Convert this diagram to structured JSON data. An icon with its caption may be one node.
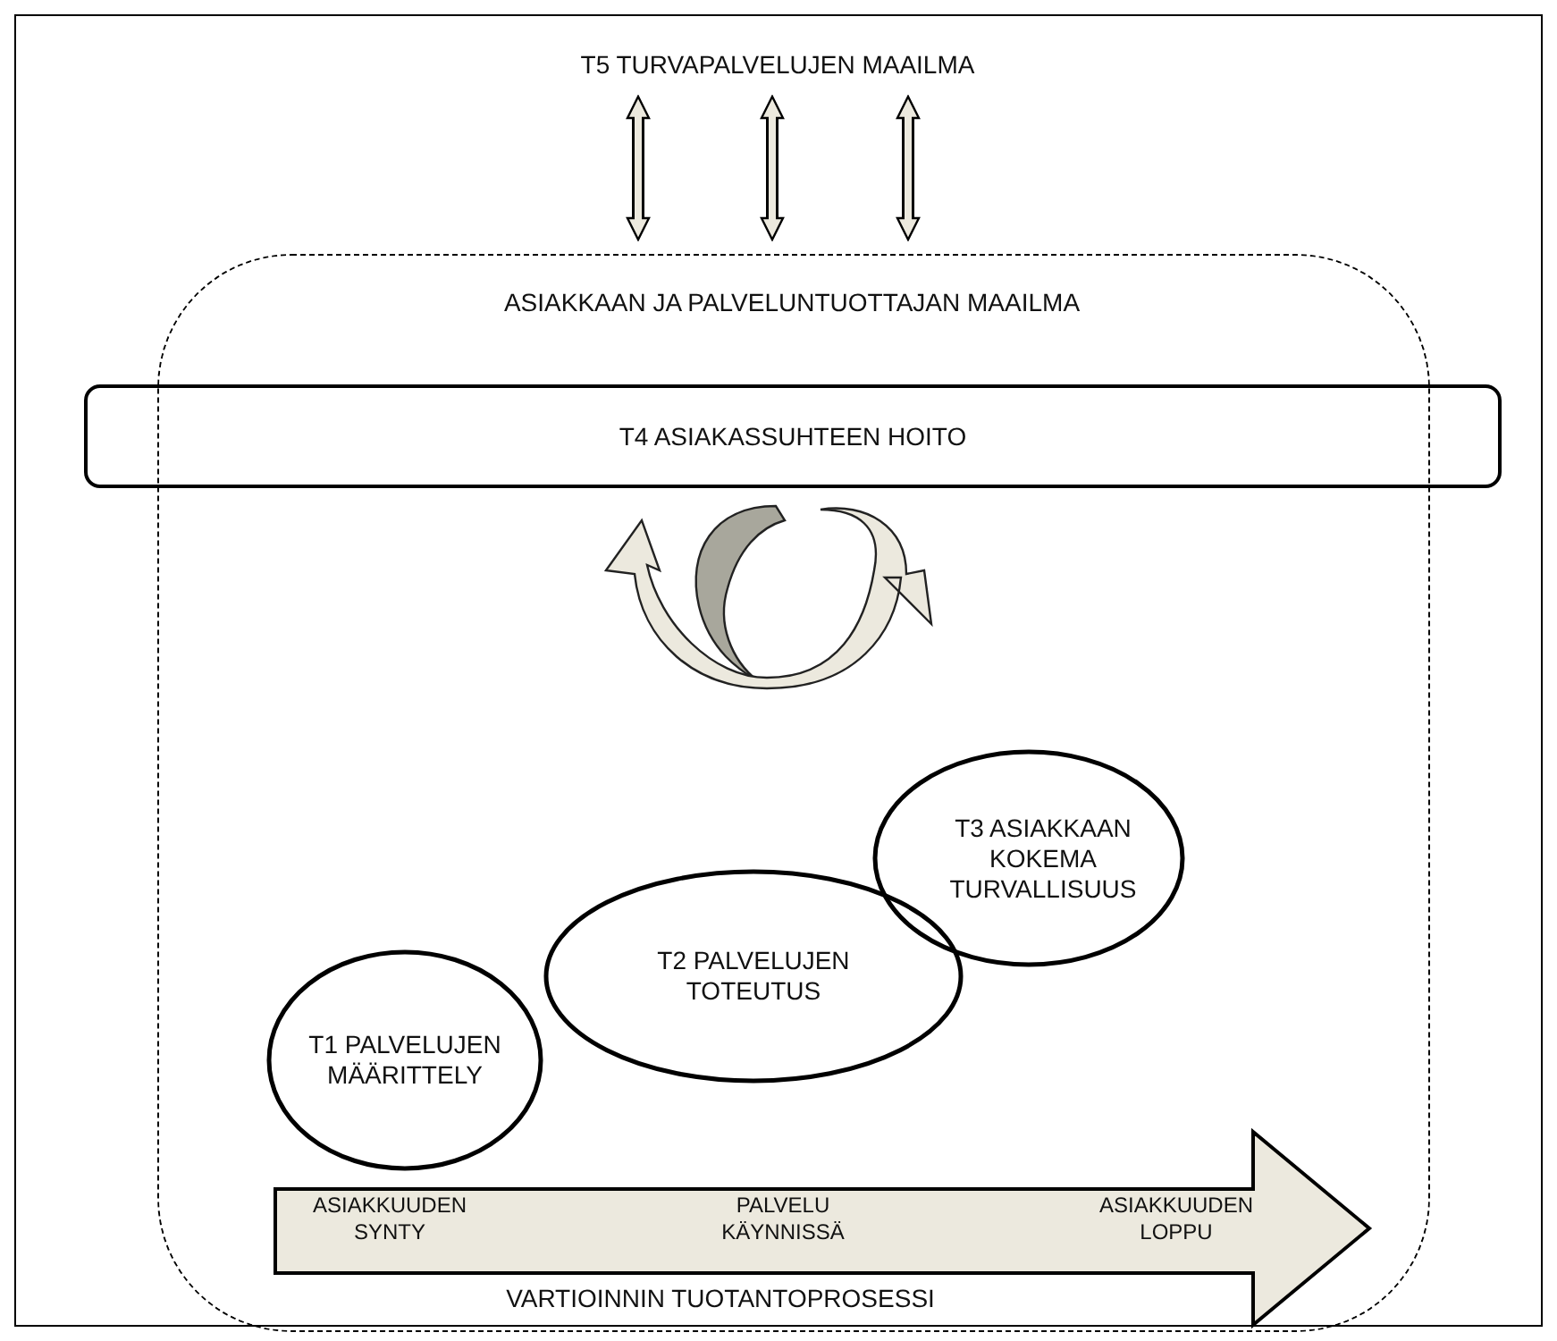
{
  "diagram": {
    "nodes": [
      {
        "text": [
          "T5 TURVAPALVELUJEN MAAILMA"
        ]
      },
      {
        "text": [
          "ASIAKKAAN JA PALVELUNTUOTTAJAN MAAILMA"
        ]
      },
      {
        "text": [
          "T4 ASIAKASSUHTEEN HOITO"
        ]
      },
      {
        "text": [
          "T1 PALVELUJEN MÄÄRITTELY"
        ],
        "in": 1
      },
      {
        "text": [
          "T2 PALVELUJEN TOTEUTUS"
        ],
        "in": 1
      },
      {
        "text": [
          "T3 ASIAKKAAN KOKEMA TURVALLISUUS"
        ],
        "in": 1
      },
      {
        "text": [
          "ASIAKKUUDEN SYNTY",
          "PALVELU KÄYNNISSÄ",
          "ASIAKKUUDEN LOPPU"
        ],
        "beside": [
          "VARTIOINNIN TUOTANTOPROSESSI"
        ],
        "in": 1
      }
    ],
    "edges": [
      {
        "from": 0,
        "to": 1,
        "arrow": "both"
      },
      {
        "from": 0,
        "to": 1,
        "arrow": "both"
      },
      {
        "from": 0,
        "to": 1,
        "arrow": "both"
      }
    ]
  }
}
